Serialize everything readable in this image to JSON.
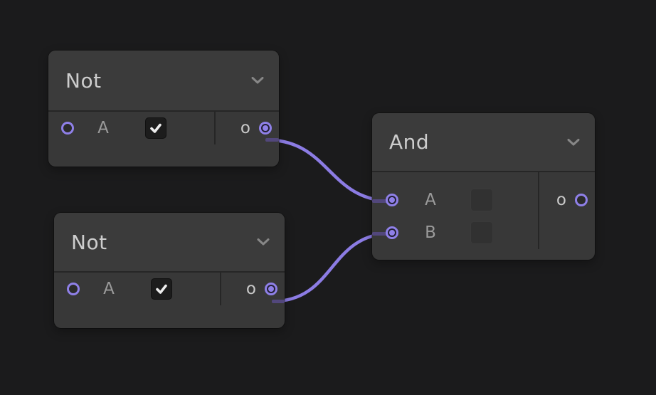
{
  "editor": {
    "background_color": "#1b1b1c",
    "wire_color": "#8c7ce4",
    "port_color": "#8f80e8"
  },
  "nodes": [
    {
      "title": "Not",
      "inputs": [
        {
          "label": "A",
          "checkbox": "checked",
          "connected": false
        }
      ],
      "outputs": [
        {
          "label": "o",
          "connected": true
        }
      ]
    },
    {
      "title": "Not",
      "inputs": [
        {
          "label": "A",
          "checkbox": "checked",
          "connected": false
        }
      ],
      "outputs": [
        {
          "label": "o",
          "connected": true
        }
      ]
    },
    {
      "title": "And",
      "inputs": [
        {
          "label": "A",
          "checkbox": "empty",
          "connected": true
        },
        {
          "label": "B",
          "checkbox": "empty",
          "connected": true
        }
      ],
      "outputs": [
        {
          "label": "o",
          "connected": false
        }
      ]
    }
  ],
  "wires": [
    {
      "from": "Not #1 output o",
      "to": "And input A"
    },
    {
      "from": "Not #2 output o",
      "to": "And input B"
    }
  ],
  "icons": {
    "chevron": "chevron-down-icon",
    "check": "checkmark-icon"
  }
}
